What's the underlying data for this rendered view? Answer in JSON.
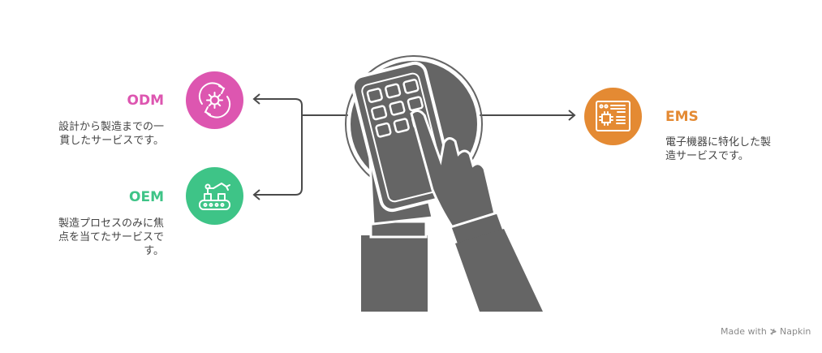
{
  "colors": {
    "odm": "#DD56B0",
    "oem": "#3EC487",
    "ems": "#E48A33",
    "illustration": "#656565",
    "connector": "#4a4a4a"
  },
  "odm": {
    "title": "ODM",
    "desc_line1": "設計から製造までの一",
    "desc_line2": "貫したサービスです。",
    "icon": "gear-cycle-icon"
  },
  "oem": {
    "title": "OEM",
    "desc_line1": "製造プロセスのみに焦",
    "desc_line2": "点を当てたサービスで",
    "desc_line3": "す。",
    "icon": "conveyor-robot-arm-icon"
  },
  "ems": {
    "title": "EMS",
    "desc_line1": "電子機器に特化した製",
    "desc_line2": "造サービスです。",
    "icon": "circuit-board-icon"
  },
  "center": {
    "icon": "hands-calculator-icon"
  },
  "footer": {
    "text": "Made with",
    "brand": "Napkin"
  }
}
